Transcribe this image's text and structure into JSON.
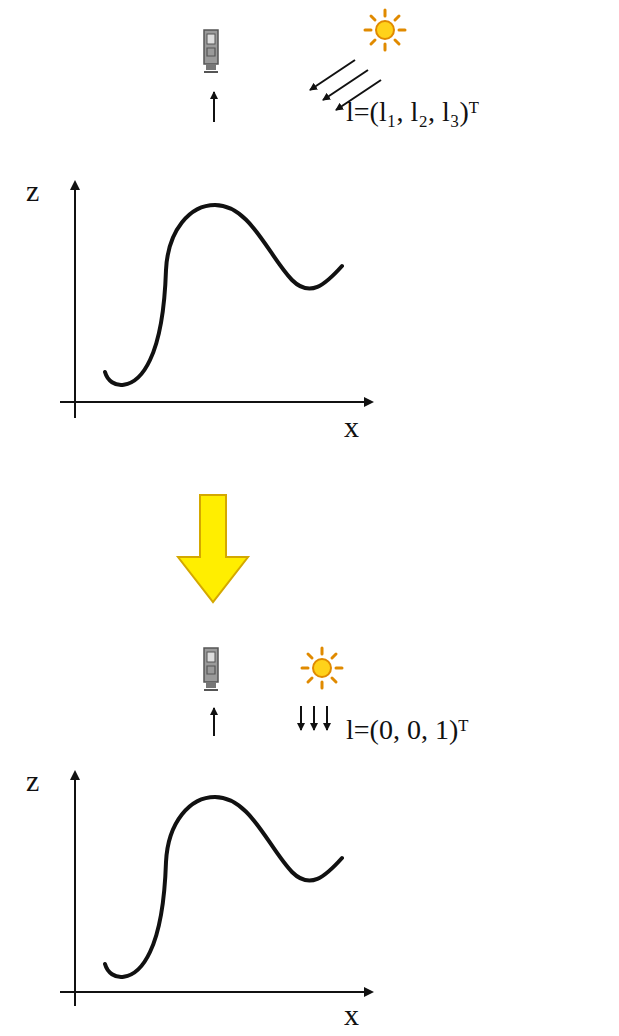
{
  "diagram": {
    "labels": [
      "l=(l₁, l₂, l₃)ᵀ",
      "z",
      "x",
      "l=(0, 0, 1)ᵀ",
      "z",
      "x"
    ]
  }
}
